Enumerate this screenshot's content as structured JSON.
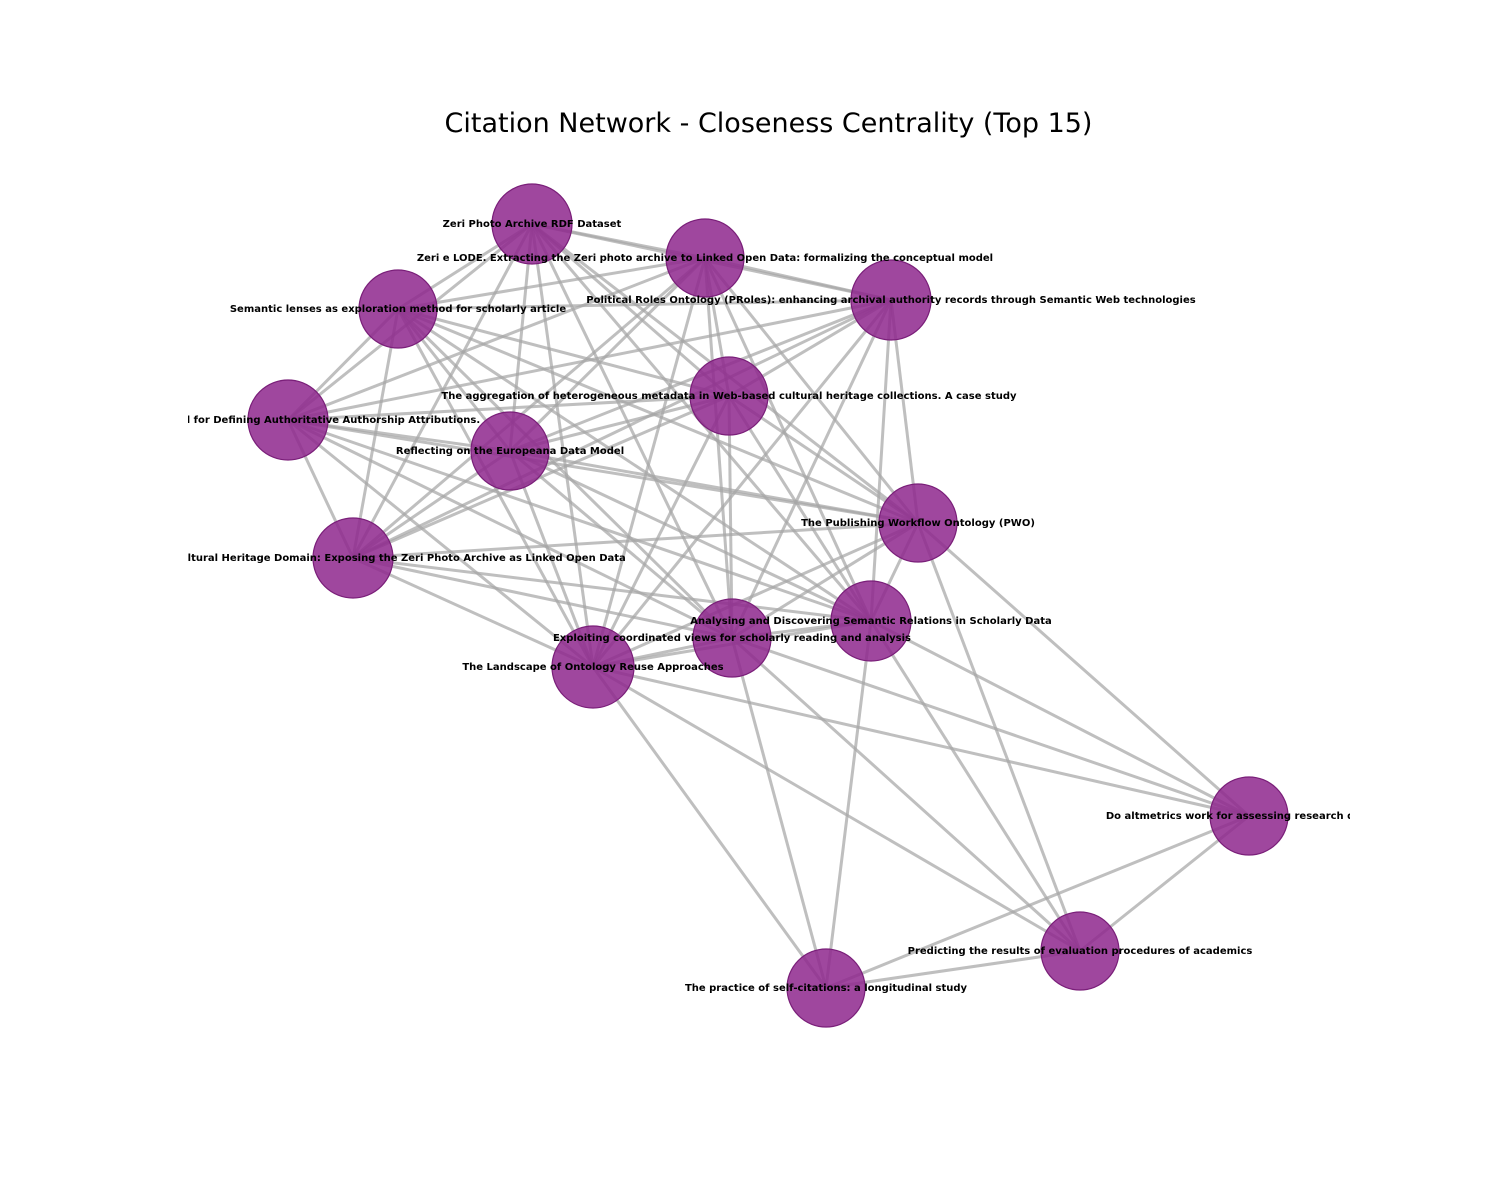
{
  "title": "Citation Network - Closeness Centrality (Top 15)",
  "colors": {
    "node": "#8e278d",
    "edge": "#a6a6a6",
    "label": "#000000"
  },
  "nodes": [
    {
      "id": "zeri-rdf",
      "label": "Zeri Photo Archive RDF Dataset"
    },
    {
      "id": "zeri-lode",
      "label": "Zeri e LODE. Extracting the Zeri photo archive to Linked Open Data: formalizing the conceptual model"
    },
    {
      "id": "proles",
      "label": "Political Roles Ontology (PRoles): enhancing archival authority records through Semantic Web technologies"
    },
    {
      "id": "lenses",
      "label": "Semantic lenses as exploration method for scholarly article"
    },
    {
      "id": "towards",
      "label": "Towards a Model for Defining Authoritative Authorship Attributions."
    },
    {
      "id": "aggregation",
      "label": "The aggregation of heterogeneous metadata in Web-based cultural heritage collections. A case study"
    },
    {
      "id": "europeana",
      "label": "Reflecting on the Europeana Data Model"
    },
    {
      "id": "pwo",
      "label": "The Publishing Workflow Ontology (PWO)"
    },
    {
      "id": "authority",
      "label": "Authority in the Cultural Heritage Domain: Exposing the Zeri Photo Archive as Linked Open Data"
    },
    {
      "id": "analysing",
      "label": "Analysing and Discovering Semantic Relations in Scholarly Data"
    },
    {
      "id": "coordinated",
      "label": "Exploiting coordinated views for scholarly reading and analysis"
    },
    {
      "id": "landscape",
      "label": "The Landscape of Ontology Reuse Approaches"
    },
    {
      "id": "altmetrics",
      "label": "Do altmetrics work for assessing research quality?"
    },
    {
      "id": "predicting",
      "label": "Predicting the results of evaluation procedures of academics"
    },
    {
      "id": "selfcite",
      "label": "The practice of self-citations: a longitudinal study"
    }
  ],
  "edges": [
    [
      "zeri-rdf",
      "zeri-lode"
    ],
    [
      "zeri-rdf",
      "proles"
    ],
    [
      "zeri-rdf",
      "lenses"
    ],
    [
      "zeri-rdf",
      "towards"
    ],
    [
      "zeri-rdf",
      "aggregation"
    ],
    [
      "zeri-rdf",
      "europeana"
    ],
    [
      "zeri-rdf",
      "pwo"
    ],
    [
      "zeri-rdf",
      "authority"
    ],
    [
      "zeri-rdf",
      "analysing"
    ],
    [
      "zeri-rdf",
      "coordinated"
    ],
    [
      "zeri-rdf",
      "landscape"
    ],
    [
      "zeri-lode",
      "proles"
    ],
    [
      "zeri-lode",
      "lenses"
    ],
    [
      "zeri-lode",
      "towards"
    ],
    [
      "zeri-lode",
      "aggregation"
    ],
    [
      "zeri-lode",
      "europeana"
    ],
    [
      "zeri-lode",
      "pwo"
    ],
    [
      "zeri-lode",
      "authority"
    ],
    [
      "zeri-lode",
      "analysing"
    ],
    [
      "zeri-lode",
      "coordinated"
    ],
    [
      "zeri-lode",
      "landscape"
    ],
    [
      "proles",
      "lenses"
    ],
    [
      "proles",
      "towards"
    ],
    [
      "proles",
      "aggregation"
    ],
    [
      "proles",
      "europeana"
    ],
    [
      "proles",
      "pwo"
    ],
    [
      "proles",
      "authority"
    ],
    [
      "proles",
      "analysing"
    ],
    [
      "proles",
      "coordinated"
    ],
    [
      "proles",
      "landscape"
    ],
    [
      "lenses",
      "towards"
    ],
    [
      "lenses",
      "aggregation"
    ],
    [
      "lenses",
      "europeana"
    ],
    [
      "lenses",
      "pwo"
    ],
    [
      "lenses",
      "authority"
    ],
    [
      "lenses",
      "analysing"
    ],
    [
      "lenses",
      "coordinated"
    ],
    [
      "lenses",
      "landscape"
    ],
    [
      "towards",
      "aggregation"
    ],
    [
      "towards",
      "europeana"
    ],
    [
      "towards",
      "pwo"
    ],
    [
      "towards",
      "authority"
    ],
    [
      "towards",
      "analysing"
    ],
    [
      "towards",
      "coordinated"
    ],
    [
      "towards",
      "landscape"
    ],
    [
      "aggregation",
      "europeana"
    ],
    [
      "aggregation",
      "pwo"
    ],
    [
      "aggregation",
      "authority"
    ],
    [
      "aggregation",
      "analysing"
    ],
    [
      "aggregation",
      "coordinated"
    ],
    [
      "aggregation",
      "landscape"
    ],
    [
      "europeana",
      "pwo"
    ],
    [
      "europeana",
      "authority"
    ],
    [
      "europeana",
      "analysing"
    ],
    [
      "europeana",
      "coordinated"
    ],
    [
      "europeana",
      "landscape"
    ],
    [
      "pwo",
      "authority"
    ],
    [
      "pwo",
      "analysing"
    ],
    [
      "pwo",
      "coordinated"
    ],
    [
      "pwo",
      "landscape"
    ],
    [
      "pwo",
      "altmetrics"
    ],
    [
      "pwo",
      "predicting"
    ],
    [
      "authority",
      "analysing"
    ],
    [
      "authority",
      "coordinated"
    ],
    [
      "authority",
      "landscape"
    ],
    [
      "analysing",
      "coordinated"
    ],
    [
      "analysing",
      "landscape"
    ],
    [
      "analysing",
      "altmetrics"
    ],
    [
      "analysing",
      "predicting"
    ],
    [
      "analysing",
      "selfcite"
    ],
    [
      "coordinated",
      "landscape"
    ],
    [
      "coordinated",
      "altmetrics"
    ],
    [
      "coordinated",
      "predicting"
    ],
    [
      "coordinated",
      "selfcite"
    ],
    [
      "landscape",
      "altmetrics"
    ],
    [
      "landscape",
      "predicting"
    ],
    [
      "landscape",
      "selfcite"
    ],
    [
      "altmetrics",
      "predicting"
    ],
    [
      "altmetrics",
      "selfcite"
    ],
    [
      "predicting",
      "selfcite"
    ]
  ]
}
